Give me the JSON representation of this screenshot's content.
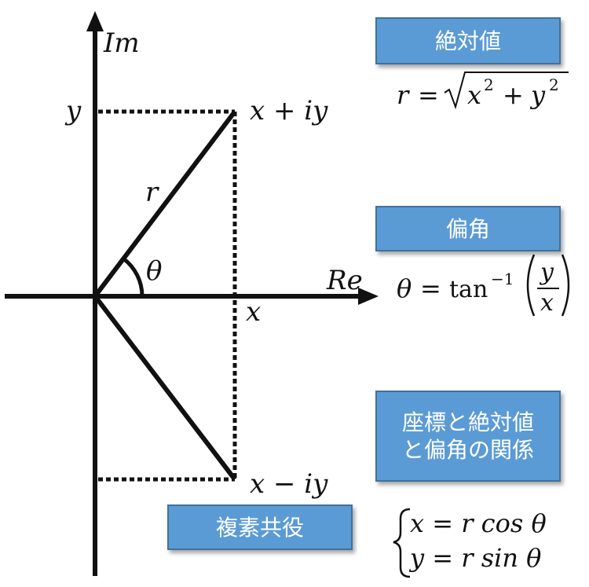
{
  "axes": {
    "imaginary_label": "Im",
    "real_label": "Re"
  },
  "point_labels": {
    "z": "x + iy",
    "z_conj": "x − iy",
    "y_tick": "y",
    "x_tick": "x",
    "radius": "r",
    "angle": "θ"
  },
  "boxes": {
    "absolute_value": "絶対値",
    "argument": "偏角",
    "relation_line1": "座標と絶対値",
    "relation_line2": "と偏角の関係",
    "conjugate": "複素共役"
  },
  "formulas": {
    "abs_lhs": "r",
    "abs_eq": "=",
    "abs_x": "x",
    "abs_plus": "+",
    "abs_y": "y",
    "exp2": "2",
    "arg_lhs": "θ",
    "arg_eq": "=",
    "arg_fn": "tan",
    "arg_exp": "−1",
    "arg_num": "y",
    "arg_den": "x",
    "cos_line": "x = r cos θ",
    "sin_line": "y = r sin θ"
  },
  "colors": {
    "box_fill": "#5b9bd5",
    "box_border": "#41719c",
    "ink": "#111111"
  }
}
